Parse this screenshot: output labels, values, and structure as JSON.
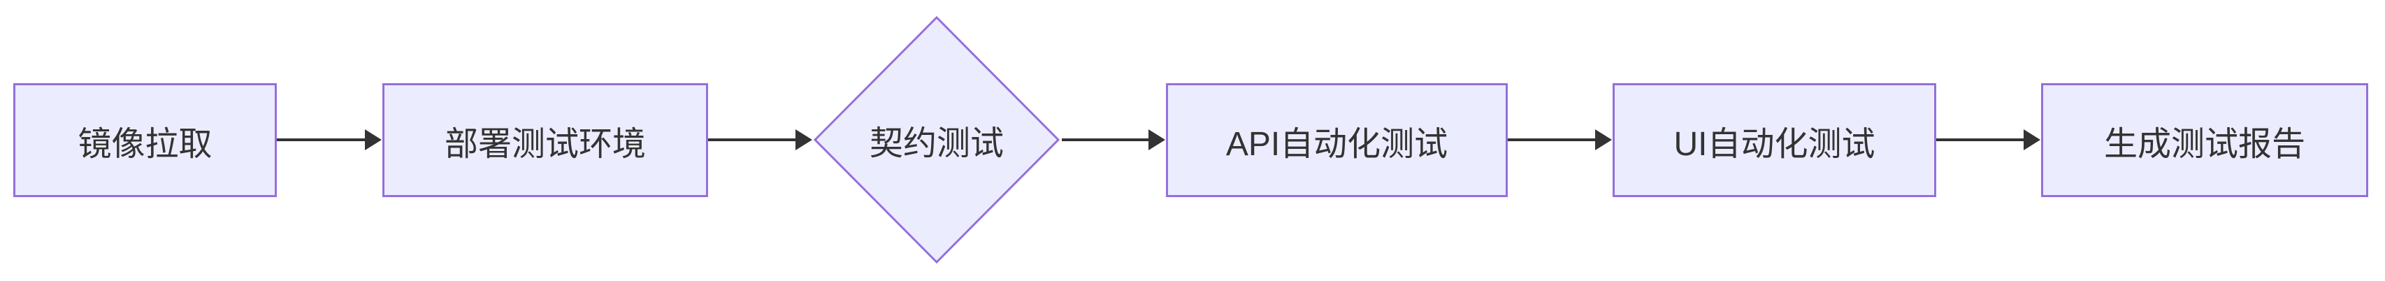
{
  "diagram": {
    "type": "flowchart-left-to-right",
    "colors": {
      "background": "#FFFFFF",
      "node_fill": "#ECECFF",
      "node_border": "#9370DB",
      "edge_color": "#333333",
      "text_color": "#333333"
    },
    "nodes": [
      {
        "label": "镜像拉取",
        "shape": "rect"
      },
      {
        "label": "部署测试环境",
        "shape": "rect"
      },
      {
        "label": "契约测试",
        "shape": "diamond"
      },
      {
        "label": "API自动化测试",
        "shape": "rect"
      },
      {
        "label": "UI自动化测试",
        "shape": "rect"
      },
      {
        "label": "生成测试报告",
        "shape": "rect"
      }
    ],
    "edges": [
      {
        "from": "镜像拉取",
        "to": "部署测试环境"
      },
      {
        "from": "部署测试环境",
        "to": "契约测试"
      },
      {
        "from": "契约测试",
        "to": "API自动化测试"
      },
      {
        "from": "API自动化测试",
        "to": "UI自动化测试"
      },
      {
        "from": "UI自动化测试",
        "to": "生成测试报告"
      }
    ]
  }
}
